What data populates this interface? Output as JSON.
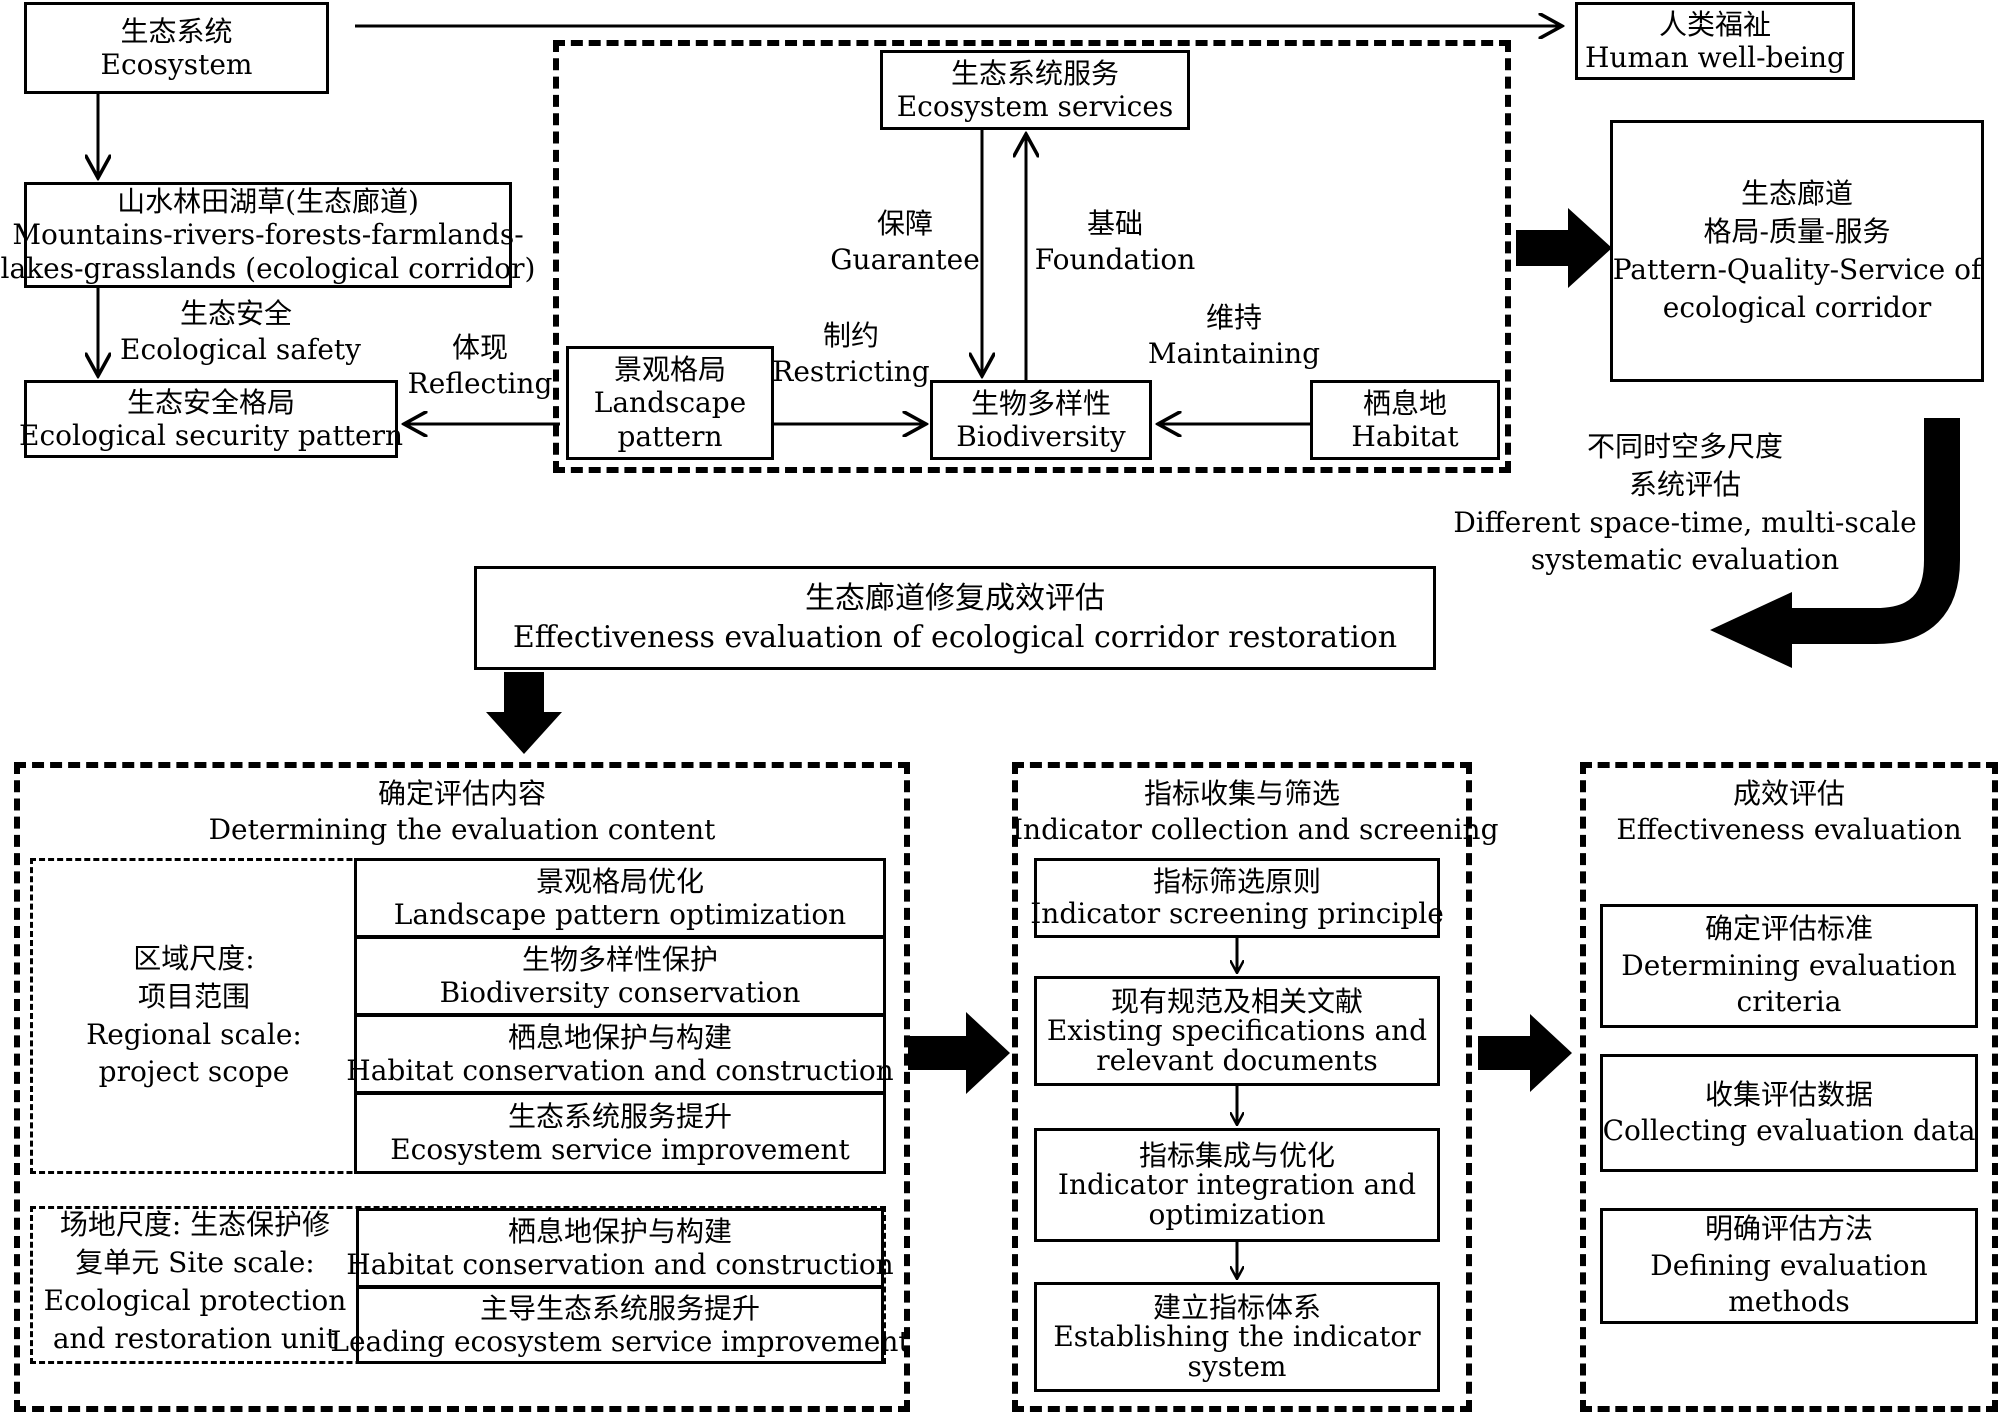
{
  "top": {
    "ecosystem": {
      "zh": "生态系统",
      "en": "Ecosystem"
    },
    "human_wellbeing": {
      "zh": "人类福祉",
      "en": "Human well-being"
    },
    "ecosystem_services": {
      "zh": "生态系统服务",
      "en": "Ecosystem services"
    },
    "mountains": {
      "zh": "山水林田湖草(生态廊道)",
      "en1": "Mountains-rivers-forests-farmlands-",
      "en2": "lakes-grasslands (ecological corridor)"
    },
    "ecological_safety": {
      "zh": "生态安全",
      "en": "Ecological safety"
    },
    "security_pattern": {
      "zh": "生态安全格局",
      "en": "Ecological security pattern"
    },
    "reflecting": {
      "zh": "体现",
      "en": "Reflecting"
    },
    "landscape_pattern": {
      "zh": "景观格局",
      "en1": "Landscape",
      "en2": "pattern"
    },
    "restricting": {
      "zh": "制约",
      "en": "Restricting"
    },
    "biodiversity": {
      "zh": "生物多样性",
      "en": "Biodiversity"
    },
    "habitat": {
      "zh": "栖息地",
      "en": "Habitat"
    },
    "maintaining": {
      "zh": "维持",
      "en": "Maintaining"
    },
    "guarantee": {
      "zh": "保障",
      "en": "Guarantee"
    },
    "foundation": {
      "zh": "基础",
      "en": "Foundation"
    },
    "pqs": {
      "zh1": "生态廊道",
      "zh2": "格局-质量-服务",
      "en1": "Pattern-Quality-Service of",
      "en2": "ecological corridor"
    },
    "multiscale": {
      "zh1": "不同时空多尺度",
      "zh2": "系统评估",
      "en1": "Different space-time, multi-scale",
      "en2": "systematic evaluation"
    }
  },
  "evaluation": {
    "zh": "生态廊道修复成效评估",
    "en": "Effectiveness evaluation of ecological corridor restoration"
  },
  "panel1": {
    "title_zh": "确定评估内容",
    "title_en": "Determining the evaluation content",
    "regional": {
      "l1": "区域尺度:",
      "l2": "项目范围",
      "l3": "Regional scale:",
      "l4": "project scope"
    },
    "regional_items": [
      {
        "zh": "景观格局优化",
        "en": "Landscape pattern optimization"
      },
      {
        "zh": "生物多样性保护",
        "en": "Biodiversity conservation"
      },
      {
        "zh": "栖息地保护与构建",
        "en": "Habitat conservation and construction"
      },
      {
        "zh": "生态系统服务提升",
        "en": "Ecosystem service improvement"
      }
    ],
    "site": {
      "l1": "场地尺度: 生态保护修",
      "l2": "复单元 Site scale:",
      "l3": "Ecological protection",
      "l4": "and restoration unit"
    },
    "site_items": [
      {
        "zh": "栖息地保护与构建",
        "en": "Habitat conservation and construction"
      },
      {
        "zh": "主导生态系统服务提升",
        "en": "Leading ecosystem service improvement"
      }
    ]
  },
  "panel2": {
    "title_zh": "指标收集与筛选",
    "title_en": "Indicator collection and screening",
    "items": [
      {
        "zh": "指标筛选原则",
        "en1": "Indicator screening principle",
        "en2": ""
      },
      {
        "zh": "现有规范及相关文献",
        "en1": "Existing specifications and",
        "en2": "relevant documents"
      },
      {
        "zh": "指标集成与优化",
        "en1": "Indicator integration and",
        "en2": "optimization"
      },
      {
        "zh": "建立指标体系",
        "en1": "Establishing the indicator",
        "en2": "system"
      }
    ]
  },
  "panel3": {
    "title_zh": "成效评估",
    "title_en": "Effectiveness evaluation",
    "items": [
      {
        "zh": "确定评估标准",
        "en1": "Determining evaluation",
        "en2": "criteria"
      },
      {
        "zh": "收集评估数据",
        "en1": "Collecting evaluation data",
        "en2": ""
      },
      {
        "zh": "明确评估方法",
        "en1": "Defining evaluation",
        "en2": "methods"
      }
    ]
  }
}
